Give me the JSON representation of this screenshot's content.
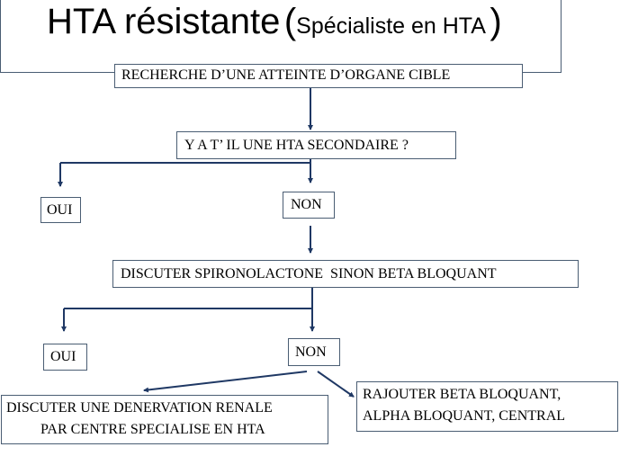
{
  "title": {
    "main": "HTA résistante",
    "open_paren": "(",
    "sub": "Spécialiste en HTA",
    "close_paren": ")"
  },
  "nodes": {
    "recherche": "RECHERCHE D’UNE ATTEINTE D’ORGANE CIBLE",
    "secondaire": "Y A T’ IL UNE HTA SECONDAIRE ?",
    "oui_1": "OUI",
    "non_1": "NON",
    "spiro": "DISCUTER SPIRONOLACTONE  SINON BETA BLOQUANT",
    "oui_2": "OUI",
    "non_2": "NON",
    "denervation": {
      "line1": "DISCUTER UNE DENERVATION RENALE",
      "line2": "PAR CENTRE SPECIALISE EN HTA"
    },
    "rajouter": {
      "line1": "RAJOUTER BETA BLOQUANT,",
      "line2": "ALPHA BLOQUANT, CENTRAL"
    }
  },
  "colors": {
    "arrow": "#1f3864",
    "box_border": "#4a5d73"
  }
}
